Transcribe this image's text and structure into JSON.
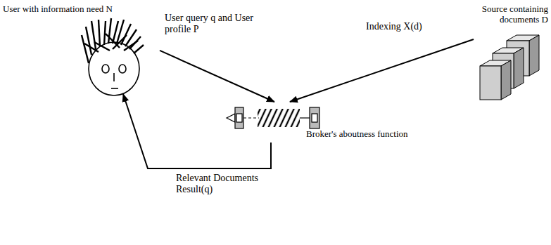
{
  "diagram": {
    "nodes": [
      {
        "text": [
          "User with information need N"
        ]
      },
      {
        "text": [
          "Broker's aboutness function"
        ]
      },
      {
        "text": [
          "Source containing documents D"
        ]
      }
    ],
    "edges": [
      {
        "from": 0,
        "to": 1,
        "label": "User query q and User profile P",
        "arrow": "to"
      },
      {
        "from": 2,
        "to": 1,
        "label": "Indexing X(d)",
        "arrow": "to"
      },
      {
        "from": 1,
        "to": 0,
        "label": "Relevant Documents Result(q)",
        "arrow": "to"
      }
    ]
  }
}
